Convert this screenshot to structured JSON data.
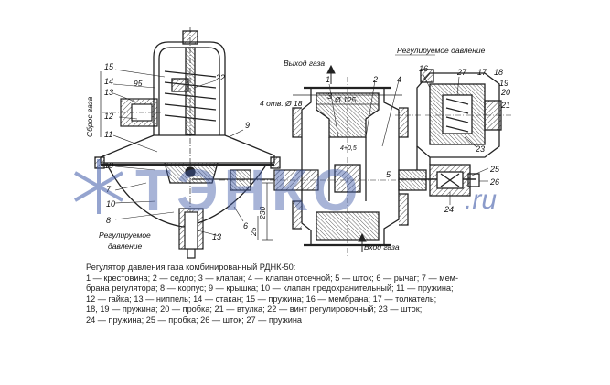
{
  "labels": {
    "sbros_gaza": "Сброс газа",
    "vyhod_gaza": "Выход газа",
    "vhod_gaza": "Вход газа",
    "reg_davl_top": "Регулируемое давление",
    "reg_davl_bottom_1": "Регулируемое",
    "reg_davl_bottom_2": "давление",
    "otv": "4 отв. Ø 18",
    "d125": "Ø 125",
    "d95": "95",
    "h230": "230",
    "h25": "25",
    "tol": "4+0,5"
  },
  "part_numbers": {
    "n1": "1",
    "n2": "2",
    "n3": "3",
    "n4": "4",
    "n5": "5",
    "n6": "6",
    "n7": "7",
    "n8": "8",
    "n9": "9",
    "n10": "10",
    "n11": "11",
    "n12": "12",
    "n13a": "13",
    "n13b": "13",
    "n14": "14",
    "n15": "15",
    "n16": "16",
    "n17": "17",
    "n18": "18",
    "n19": "19",
    "n20": "20",
    "n21": "21",
    "n22": "22",
    "n23": "23",
    "n24": "24",
    "n25": "25",
    "n26": "26",
    "n27": "27"
  },
  "watermark": {
    "text": "ТЭНКО",
    "suffix": ".ru"
  },
  "caption": {
    "line1": "Регулятор давления газа комбинированный РДНК-50:",
    "line2": "1 — крестовина; 2 — седло; 3 — клапан; 4 — клапан отсечной; 5 — шток; 6 — рычаг; 7 — мем-",
    "line3": "брана регулятора; 8 — корпус; 9 — крышка; 10 — клапан предохранительный; 11 — пружина;",
    "line4": "12 — гайка; 13 — ниппель; 14 — стакан; 15 — пружина; 16 — мембрана; 17 — толкатель;",
    "line5": "18, 19 — пружина; 20 — пробка; 21 — втулка;  22 — винт регулировочный; 23 — шток;",
    "line6": "24 — пружина; 25 — пробка; 26 — шток; 27 — пружина"
  },
  "colors": {
    "line": "#222222",
    "hatch": "#333333",
    "watermark": "#3f5aa8"
  }
}
